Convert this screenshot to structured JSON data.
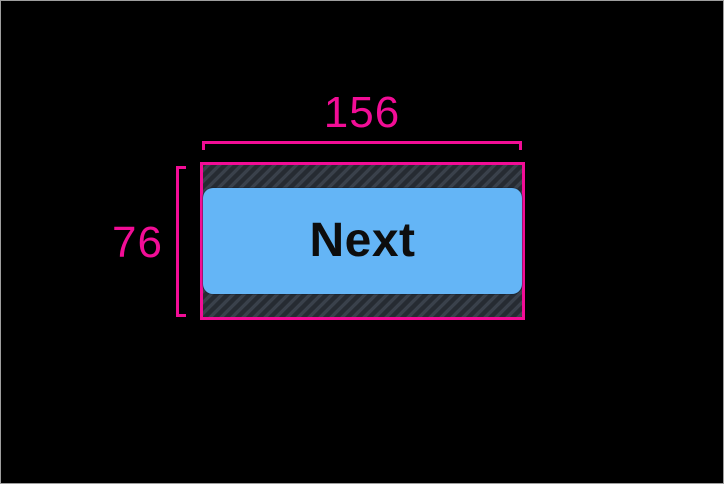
{
  "canvas": {
    "background_color": "#000000",
    "frame_border_color": "#9e9e9e"
  },
  "measurements": {
    "width_label": "156",
    "height_label": "76",
    "line_color": "#F20D96"
  },
  "button": {
    "label": "Next",
    "fill_color": "#64B5F6",
    "label_color": "#0d0d0d"
  },
  "tap_target": {
    "hatch_background": "#3A414B",
    "hatch_stripe": "#262B32"
  }
}
